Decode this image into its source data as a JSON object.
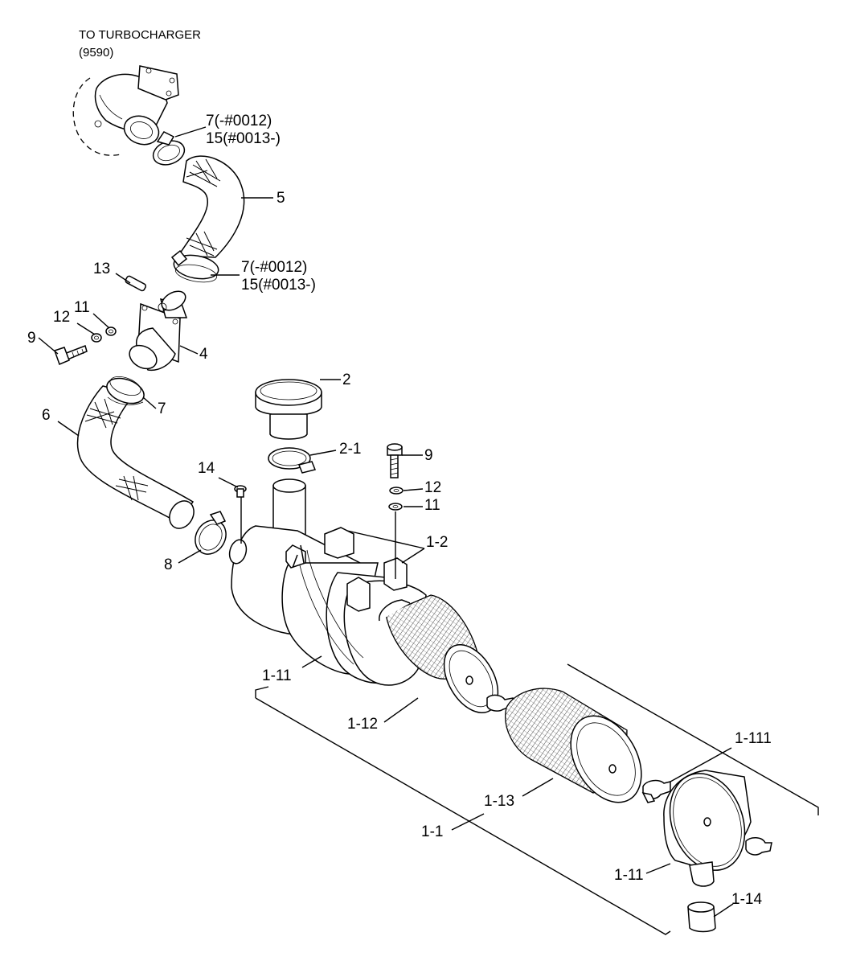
{
  "header": {
    "line1": "TO TURBOCHARGER",
    "line2": "(9590)"
  },
  "callouts": {
    "c_7_15_top_a": "7(-#0012)",
    "c_7_15_top_b": "15(#0013-)",
    "c_5": "5",
    "c_7_15_mid_a": "7(-#0012)",
    "c_7_15_mid_b": "15(#0013-)",
    "c_13": "13",
    "c_11_left": "11",
    "c_12_left": "12",
    "c_9_left": "9",
    "c_4": "4",
    "c_2": "2",
    "c_6": "6",
    "c_7": "7",
    "c_2_1": "2-1",
    "c_9_right": "9",
    "c_14": "14",
    "c_12_right": "12",
    "c_11_right": "11",
    "c_1_2": "1-2",
    "c_8": "8",
    "c_1_11_top": "1-11",
    "c_1_12": "1-12",
    "c_1_111": "1-111",
    "c_1_13": "1-13",
    "c_1_1": "1-1",
    "c_1_11_bottom": "1-11",
    "c_1_14": "1-14"
  }
}
